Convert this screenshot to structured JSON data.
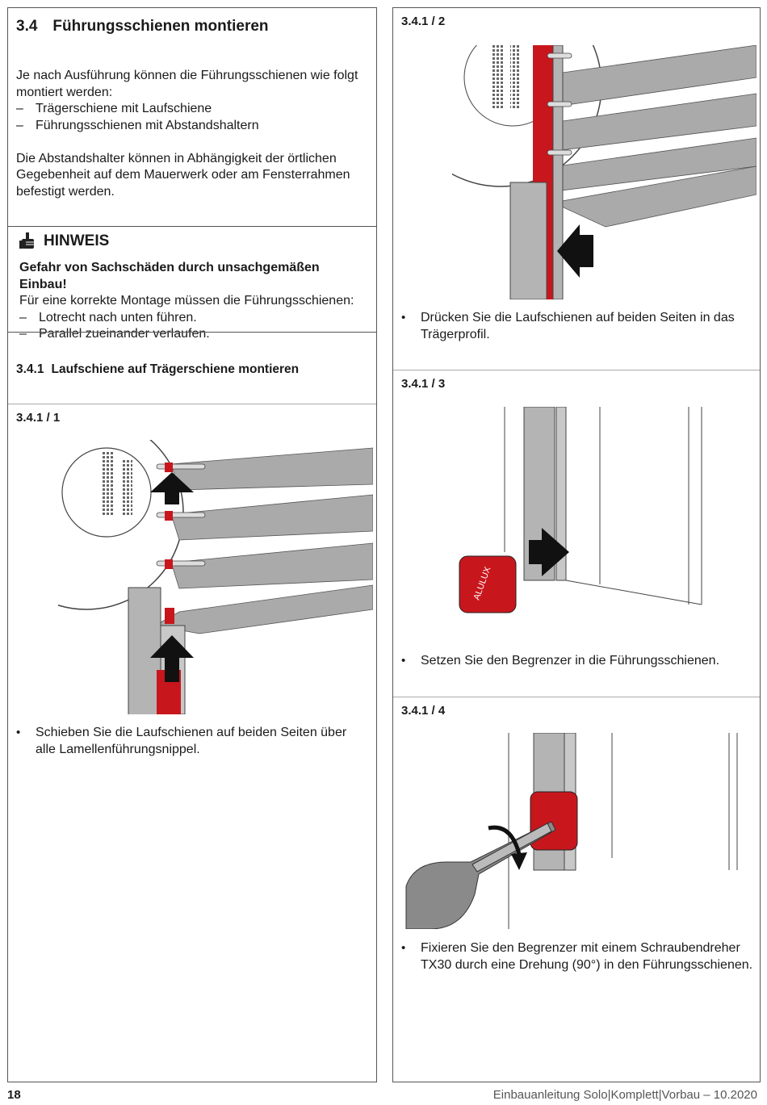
{
  "section": {
    "number": "3.4",
    "title": "Führungsschienen montieren"
  },
  "intro": {
    "text": "Je nach Ausführung können die Führungsschienen wie folgt montiert werden:",
    "items": [
      "Trägerschiene mit Laufschiene",
      "Führungsschienen mit Abstandshaltern"
    ],
    "text2": "Die Abstandshalter können in Abhängigkeit der örtlichen Gegebenheit auf dem Mauerwerk oder am Fensterrahmen befestigt werden."
  },
  "notice": {
    "title": "HINWEIS",
    "headline": "Gefahr von Sachschäden durch unsachgemäßen Einbau!",
    "text": "Für eine korrekte Montage müssen die Führungsschienen:",
    "items": [
      "Lotrecht nach unten führen.",
      "Parallel zueinander verlaufen."
    ]
  },
  "subsection": {
    "number": "3.4.1",
    "title": "Laufschiene auf Trägerschiene montieren"
  },
  "steps": [
    {
      "label": "3.4.1 / 1",
      "text": "Schieben Sie die Laufschienen auf beiden Seiten über alle Lamellenführungsnippel."
    },
    {
      "label": "3.4.1 / 2",
      "text": "Drücken Sie die Laufschienen auf beiden Seiten in das Trägerprofil."
    },
    {
      "label": "3.4.1 / 3",
      "text": "Setzen Sie den Begrenzer in die Führungsschienen."
    },
    {
      "label": "3.4.1 / 4",
      "text": "Fixieren Sie den Begrenzer mit einem Schraubendreher TX30 durch eine Drehung (90°) in den Führungsschienen."
    }
  ],
  "footer": {
    "page": "18",
    "doc": "Einbauanleitung Solo|Komplett|Vorbau – 10.2020"
  },
  "colors": {
    "rail_red": "#c8161d",
    "metal_gray": "#b4b4b4",
    "frame": "#555555"
  }
}
